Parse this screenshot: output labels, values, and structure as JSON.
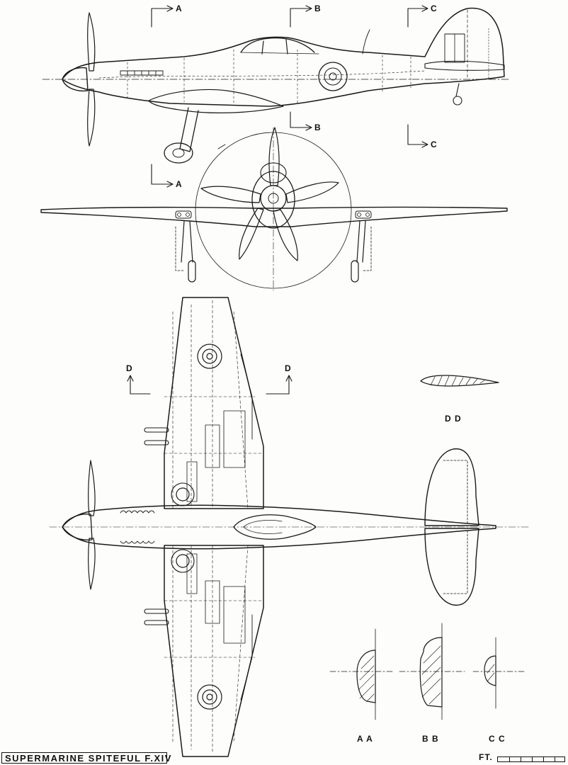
{
  "title": "SUPERMARINE SPITEFUL F.XIV",
  "scale_label": "FT.",
  "section_markers": {
    "a": "A",
    "b": "B",
    "c": "C",
    "d": "D"
  },
  "section_captions": {
    "aa": "A A",
    "bb": "B B",
    "cc": "C C",
    "dd": "D D"
  },
  "views": [
    "side-elevation",
    "front-elevation",
    "plan-view",
    "wing-section-dd",
    "fuselage-sections"
  ]
}
